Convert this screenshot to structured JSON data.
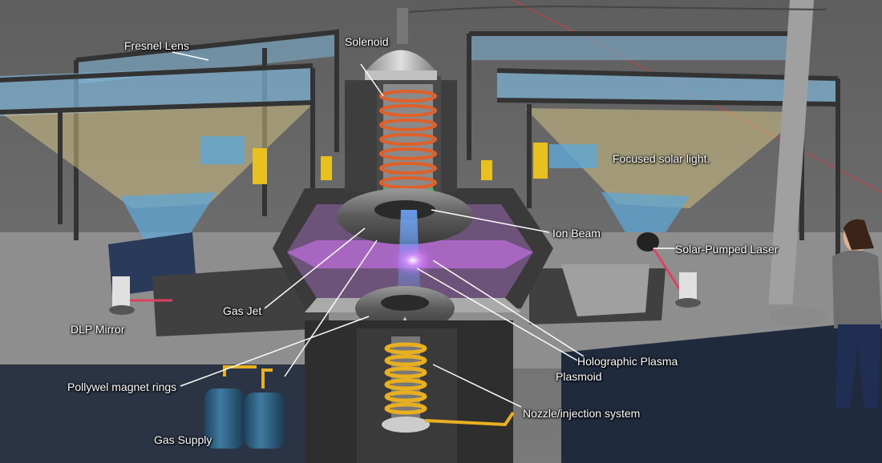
{
  "labels": {
    "fresnel_lens": "Fresnel  Lens",
    "solenoid": "Solenoid",
    "focused_solar_light": "Focused solar light.",
    "ion_beam": "Ion Beam",
    "solar_pumped_laser": "Solar-Pumped Laser",
    "gas_jet": "Gas Jet",
    "dlp_mirror": "DLP Mirror",
    "holographic_plasma": "Holographic Plasma",
    "plasmoid": "Plasmoid",
    "pollywel_magnet_rings": "Pollywel magnet rings",
    "nozzle_injection_system": "Nozzle/injection system",
    "gas_supply": "Gas Supply"
  },
  "colors": {
    "background": "#6f6f6f",
    "floor": "#8c8c8c",
    "frame": "#3a3a3a",
    "lens_glass": "#7fb7d9",
    "solar_cone": "#e6d48a",
    "solenoid_coil": "#e0602a",
    "nozzle_coil": "#e8b020",
    "plasma": "#c070e0",
    "ion_beam": "#6fa8ff",
    "gas_tank": "#2f5a7a",
    "bracket": "#e8c020"
  }
}
